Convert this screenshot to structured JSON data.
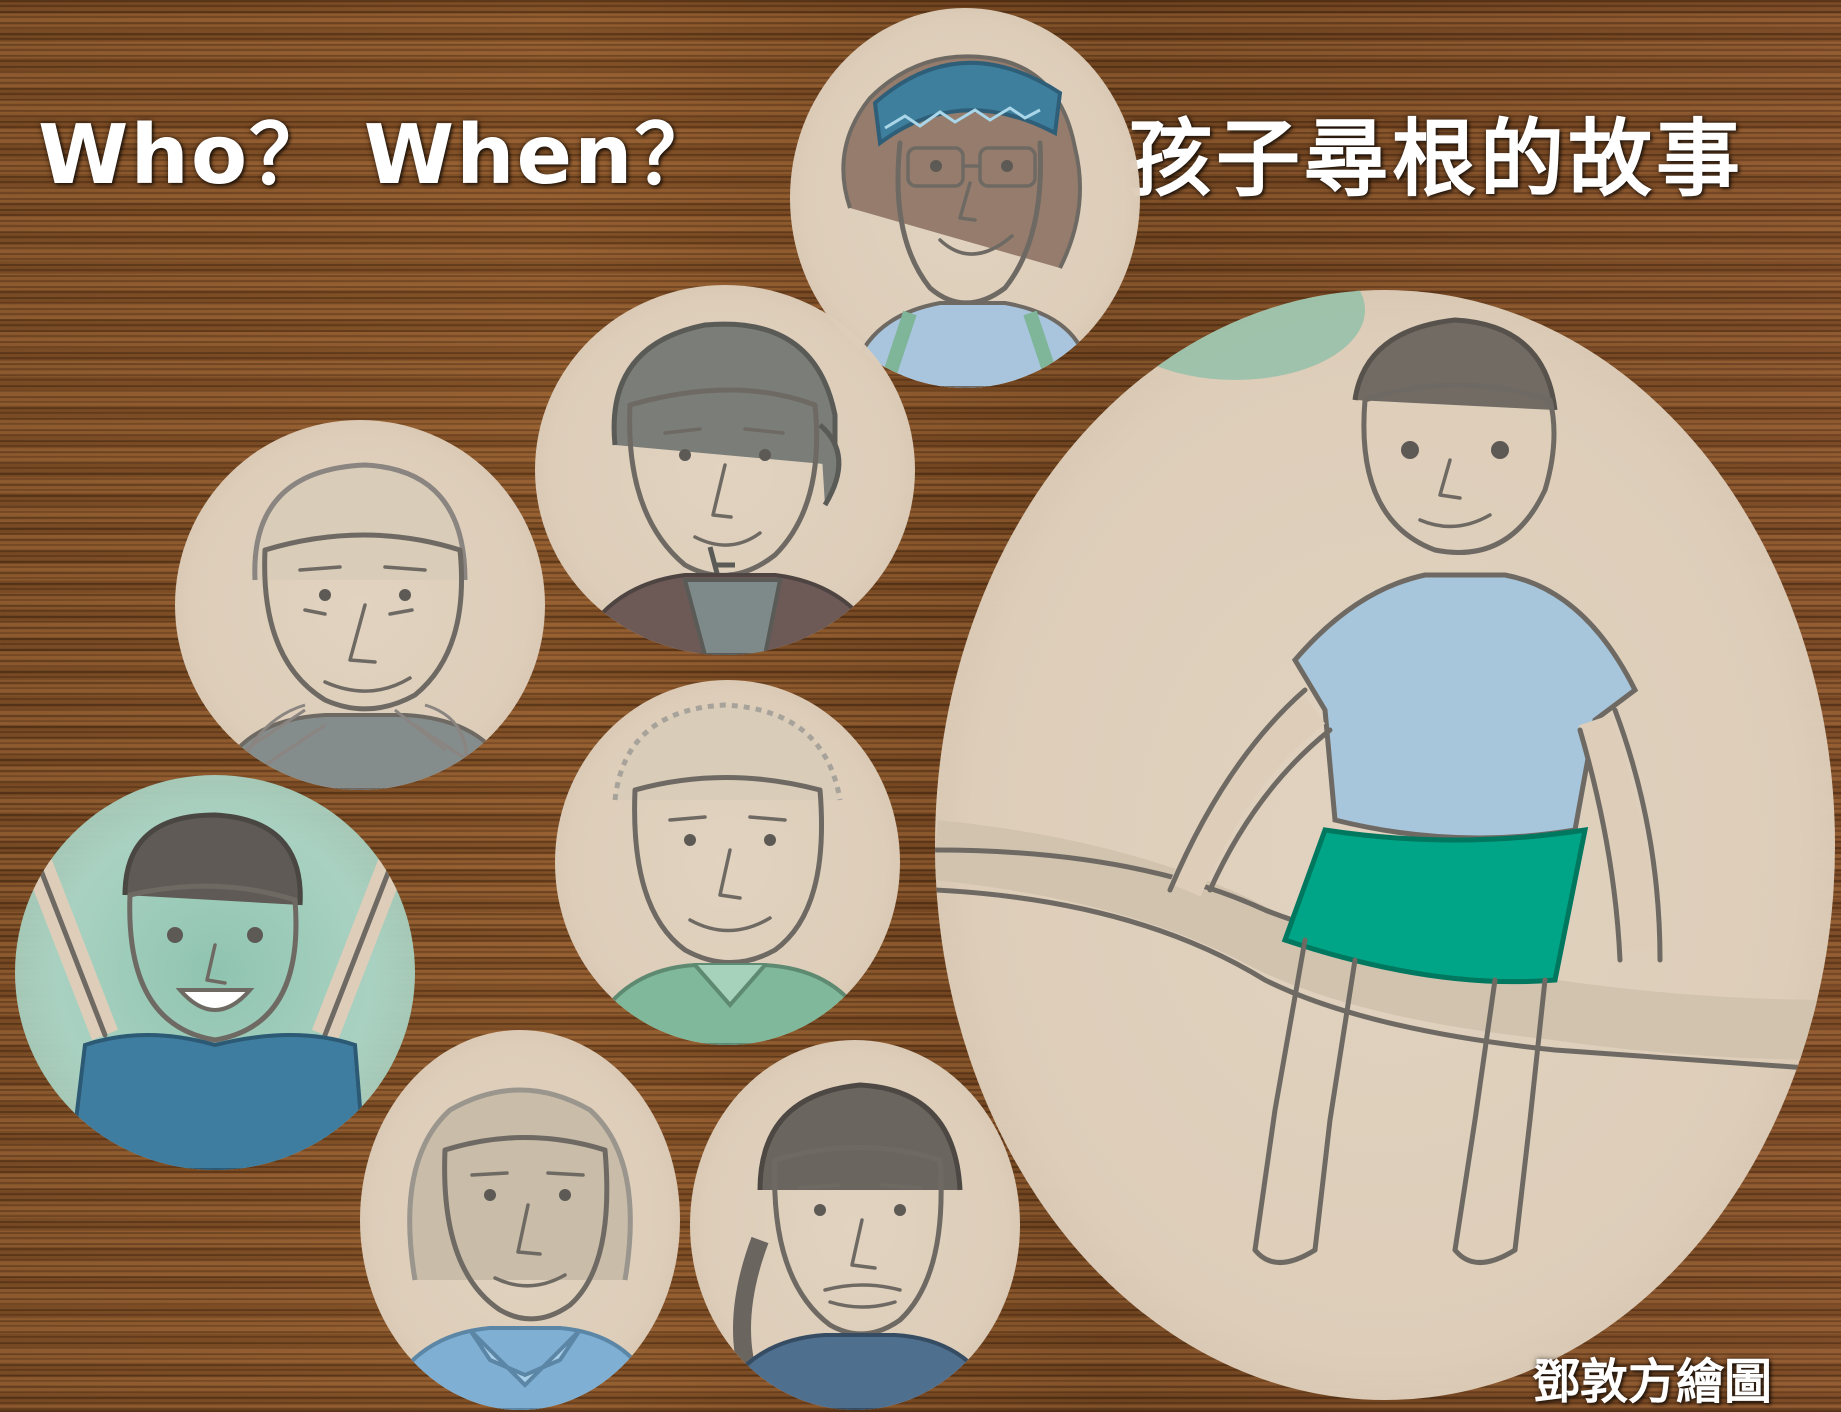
{
  "title_left": "Who？ When？",
  "title_right": "孩子尋根的故事",
  "credit": "鄧敦方繪圖",
  "portraits": [
    {
      "icon": "woman-headband-glasses-icon",
      "shirt": "#a9c4dd",
      "accent": "#3e7f9e"
    },
    {
      "icon": "bearded-man-icon",
      "shirt": "#7e8a8a",
      "accent": "#6d5a56"
    },
    {
      "icon": "elderly-man-net-icon",
      "shirt": "#858c8c",
      "accent": "#8a8580"
    },
    {
      "icon": "boy-arms-raised-icon",
      "shirt": "#3f7da0",
      "accent": "#7fb6a3"
    },
    {
      "icon": "elderly-man-curly-hair-icon",
      "shirt": "#7fb89a",
      "accent": "#a7a39b"
    },
    {
      "icon": "elderly-woman-scarf-icon",
      "shirt": "#7fb0d4",
      "accent": "#9a958d"
    },
    {
      "icon": "man-ponytail-icon",
      "shirt": "#4f6f8f",
      "accent": "#6b6560"
    },
    {
      "icon": "boy-on-branch-icon",
      "shirt": "#a7c5db",
      "accent": "#00a587"
    }
  ]
}
